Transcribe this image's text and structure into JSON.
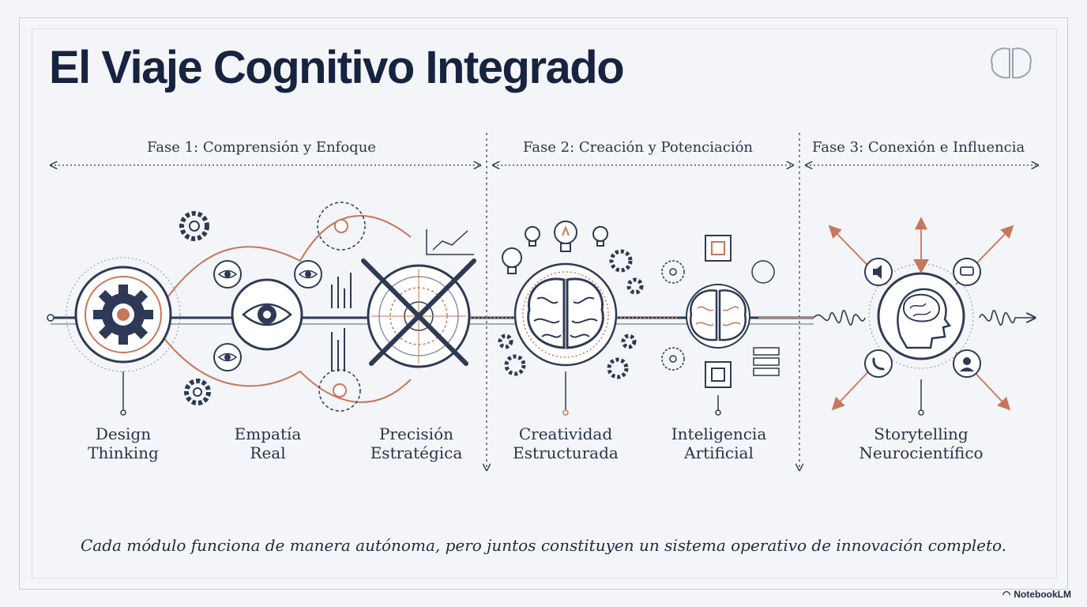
{
  "title": "El Viaje Cognitivo Integrado",
  "phases": [
    {
      "label": "Fase 1: Comprensión y Enfoque"
    },
    {
      "label": "Fase 2: Creación y Potenciación"
    },
    {
      "label": "Fase 3: Conexión e Influencia"
    }
  ],
  "modules": [
    {
      "line1": "Design",
      "line2": "Thinking",
      "icon": "gear-icon"
    },
    {
      "line1": "Empatía",
      "line2": "Real",
      "icon": "eye-icon"
    },
    {
      "line1": "Precisión",
      "line2": "Estratégica",
      "icon": "target-icon"
    },
    {
      "line1": "Creatividad",
      "line2": "Estructurada",
      "icon": "brain-icon"
    },
    {
      "line1": "Inteligencia",
      "line2": "Artificial",
      "icon": "ai-chip-brain-icon"
    },
    {
      "line1": "Storytelling",
      "line2": "Neurocientífico",
      "icon": "head-brain-icon"
    }
  ],
  "caption": "Cada módulo funciona de manera autónoma, pero juntos constituyen un sistema operativo de innovación completo.",
  "brand": "NotebookLM",
  "colors": {
    "navy": "#2e3a55",
    "accent": "#c8765a",
    "text": "#17233f",
    "background": "#f3f5f8"
  }
}
